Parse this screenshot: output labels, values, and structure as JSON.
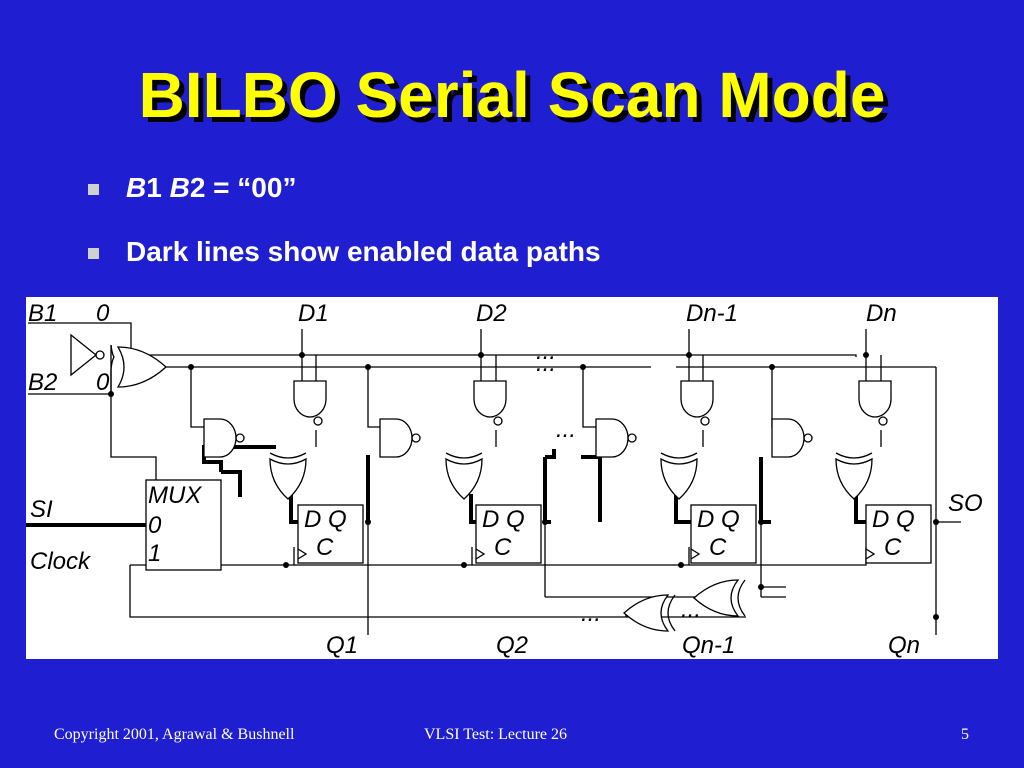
{
  "slide": {
    "title": "BILBO Serial Scan Mode",
    "bullets": [
      {
        "part1": "B",
        "part2": "1  ",
        "part3": "B",
        "part4": "2 = “00”"
      },
      {
        "text": "Dark lines show enabled data paths"
      }
    ]
  },
  "diagram": {
    "labels": {
      "b1": "B1",
      "b1_value": "0",
      "b2": "B2",
      "b2_value": "0",
      "d1": "D1",
      "d2": "D2",
      "dn1": "Dn-1",
      "dn": "Dn",
      "si": "SI",
      "clock": "Clock",
      "so": "SO",
      "mux": "MUX",
      "mux_in0": "0",
      "mux_in1": "1",
      "ff_dq": "D Q",
      "ff_c": "C",
      "q1": "Q1",
      "q2": "Q2",
      "qn1": "Qn-1",
      "qn": "Qn",
      "ellipsis": "..."
    }
  },
  "footer": {
    "copyright": "Copyright 2001, Agrawal & Bushnell",
    "course": "VLSI Test: Lecture 26",
    "page": "5"
  },
  "colors": {
    "background": "#1f1fd1",
    "title": "#ffff00",
    "text": "#ffffff",
    "diagram_bg": "#ffffff"
  }
}
